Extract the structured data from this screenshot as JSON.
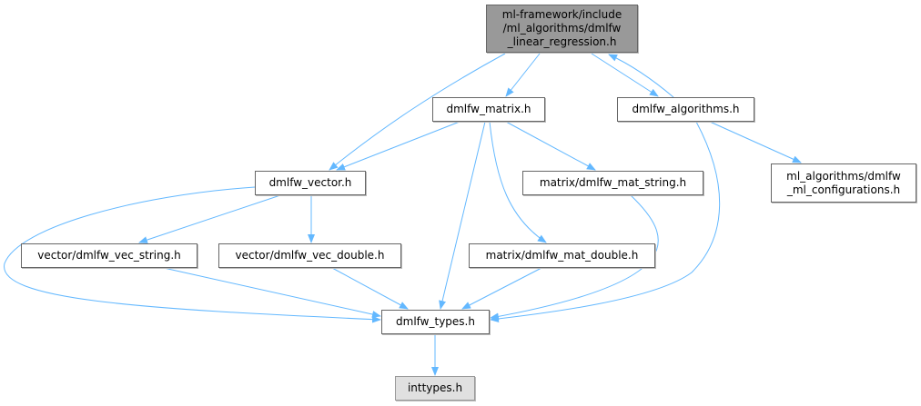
{
  "nodes": {
    "root": [
      "ml-framework/include",
      "/ml_algorithms/dmlfw",
      "_linear_regression.h"
    ],
    "matrix": "dmlfw_matrix.h",
    "algorithms": "dmlfw_algorithms.h",
    "vector": "dmlfw_vector.h",
    "mat_string": "matrix/dmlfw_mat_string.h",
    "ml_config": [
      "ml_algorithms/dmlfw",
      "_ml_configurations.h"
    ],
    "vec_string": "vector/dmlfw_vec_string.h",
    "vec_double": "vector/dmlfw_vec_double.h",
    "mat_double": "matrix/dmlfw_mat_double.h",
    "types": "dmlfw_types.h",
    "inttypes": "inttypes.h"
  },
  "colors": {
    "edge": "#63b8ff",
    "root_fill": "#999999",
    "external_fill": "#e0e0e0"
  }
}
